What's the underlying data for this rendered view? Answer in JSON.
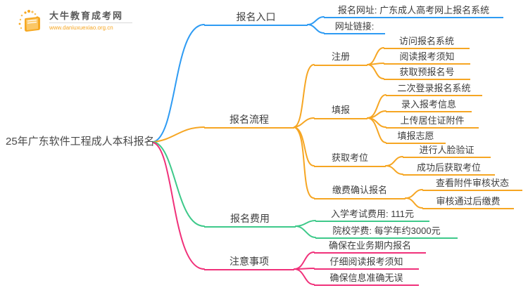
{
  "logo": {
    "title": "大牛教育成考网",
    "url": "www.daniuxuexiao.org.cn"
  },
  "root": {
    "label": "25年广东软件工程成人本科报名"
  },
  "colors": {
    "entry_branch": "#2e9bf3",
    "process_branch": "#f6a623",
    "fee_branch": "#3ec98a",
    "notes_branch": "#f0317a",
    "logo_accent": "#f6a821",
    "text": "#3d3d3d"
  },
  "branches": [
    {
      "label": "报名入口",
      "color": "#2e9bf3",
      "children": [
        {
          "label": "报名网址: 广东成人高考网上报名系统"
        },
        {
          "label": "网址链接:"
        }
      ]
    },
    {
      "label": "报名流程",
      "color": "#f6a623",
      "children": [
        {
          "label": "注册",
          "children": [
            {
              "label": "访问报名系统"
            },
            {
              "label": "阅读报考须知"
            },
            {
              "label": "获取预报名号"
            }
          ]
        },
        {
          "label": "填报",
          "children": [
            {
              "label": "二次登录报名系统"
            },
            {
              "label": "录入报考信息"
            },
            {
              "label": "上传居住证附件"
            },
            {
              "label": "填报志愿"
            }
          ]
        },
        {
          "label": "获取考位",
          "children": [
            {
              "label": "进行人脸验证"
            },
            {
              "label": "成功后获取考位"
            }
          ]
        },
        {
          "label": "缴费确认报名",
          "children": [
            {
              "label": "查看附件审核状态"
            },
            {
              "label": "审核通过后缴费"
            }
          ]
        }
      ]
    },
    {
      "label": "报名费用",
      "color": "#3ec98a",
      "children": [
        {
          "label": "入学考试费用: 111元"
        },
        {
          "label": "院校学费: 每学年约3000元"
        }
      ]
    },
    {
      "label": "注意事项",
      "color": "#f0317a",
      "children": [
        {
          "label": "确保在业务期内报名"
        },
        {
          "label": "仔细阅读报考须知"
        },
        {
          "label": "确保信息准确无误"
        }
      ]
    }
  ]
}
